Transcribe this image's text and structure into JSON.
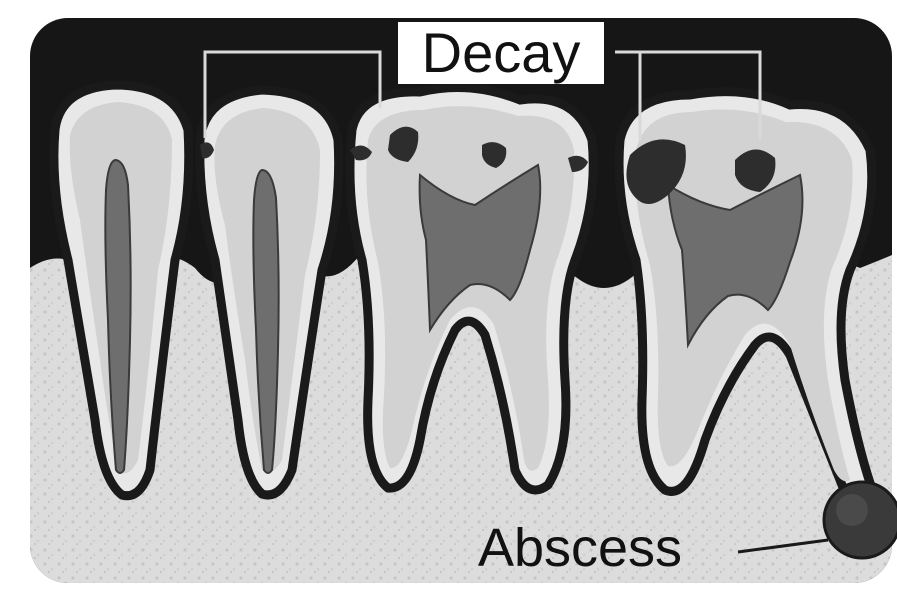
{
  "labels": {
    "decay": "Decay",
    "abscess": "Abscess"
  },
  "colors": {
    "background_dark": "#161616",
    "bone": "#d9d9d9",
    "tooth": "#e6e6e6",
    "pulp": "#6e6e6e",
    "decay": "#2d2d2d",
    "label_text": "#111111"
  },
  "teeth": [
    {
      "type": "incisor",
      "condition": "healthy"
    },
    {
      "type": "incisor",
      "condition": "decay"
    },
    {
      "type": "molar",
      "condition": "decay"
    },
    {
      "type": "molar",
      "condition": "decay-abscess"
    }
  ]
}
